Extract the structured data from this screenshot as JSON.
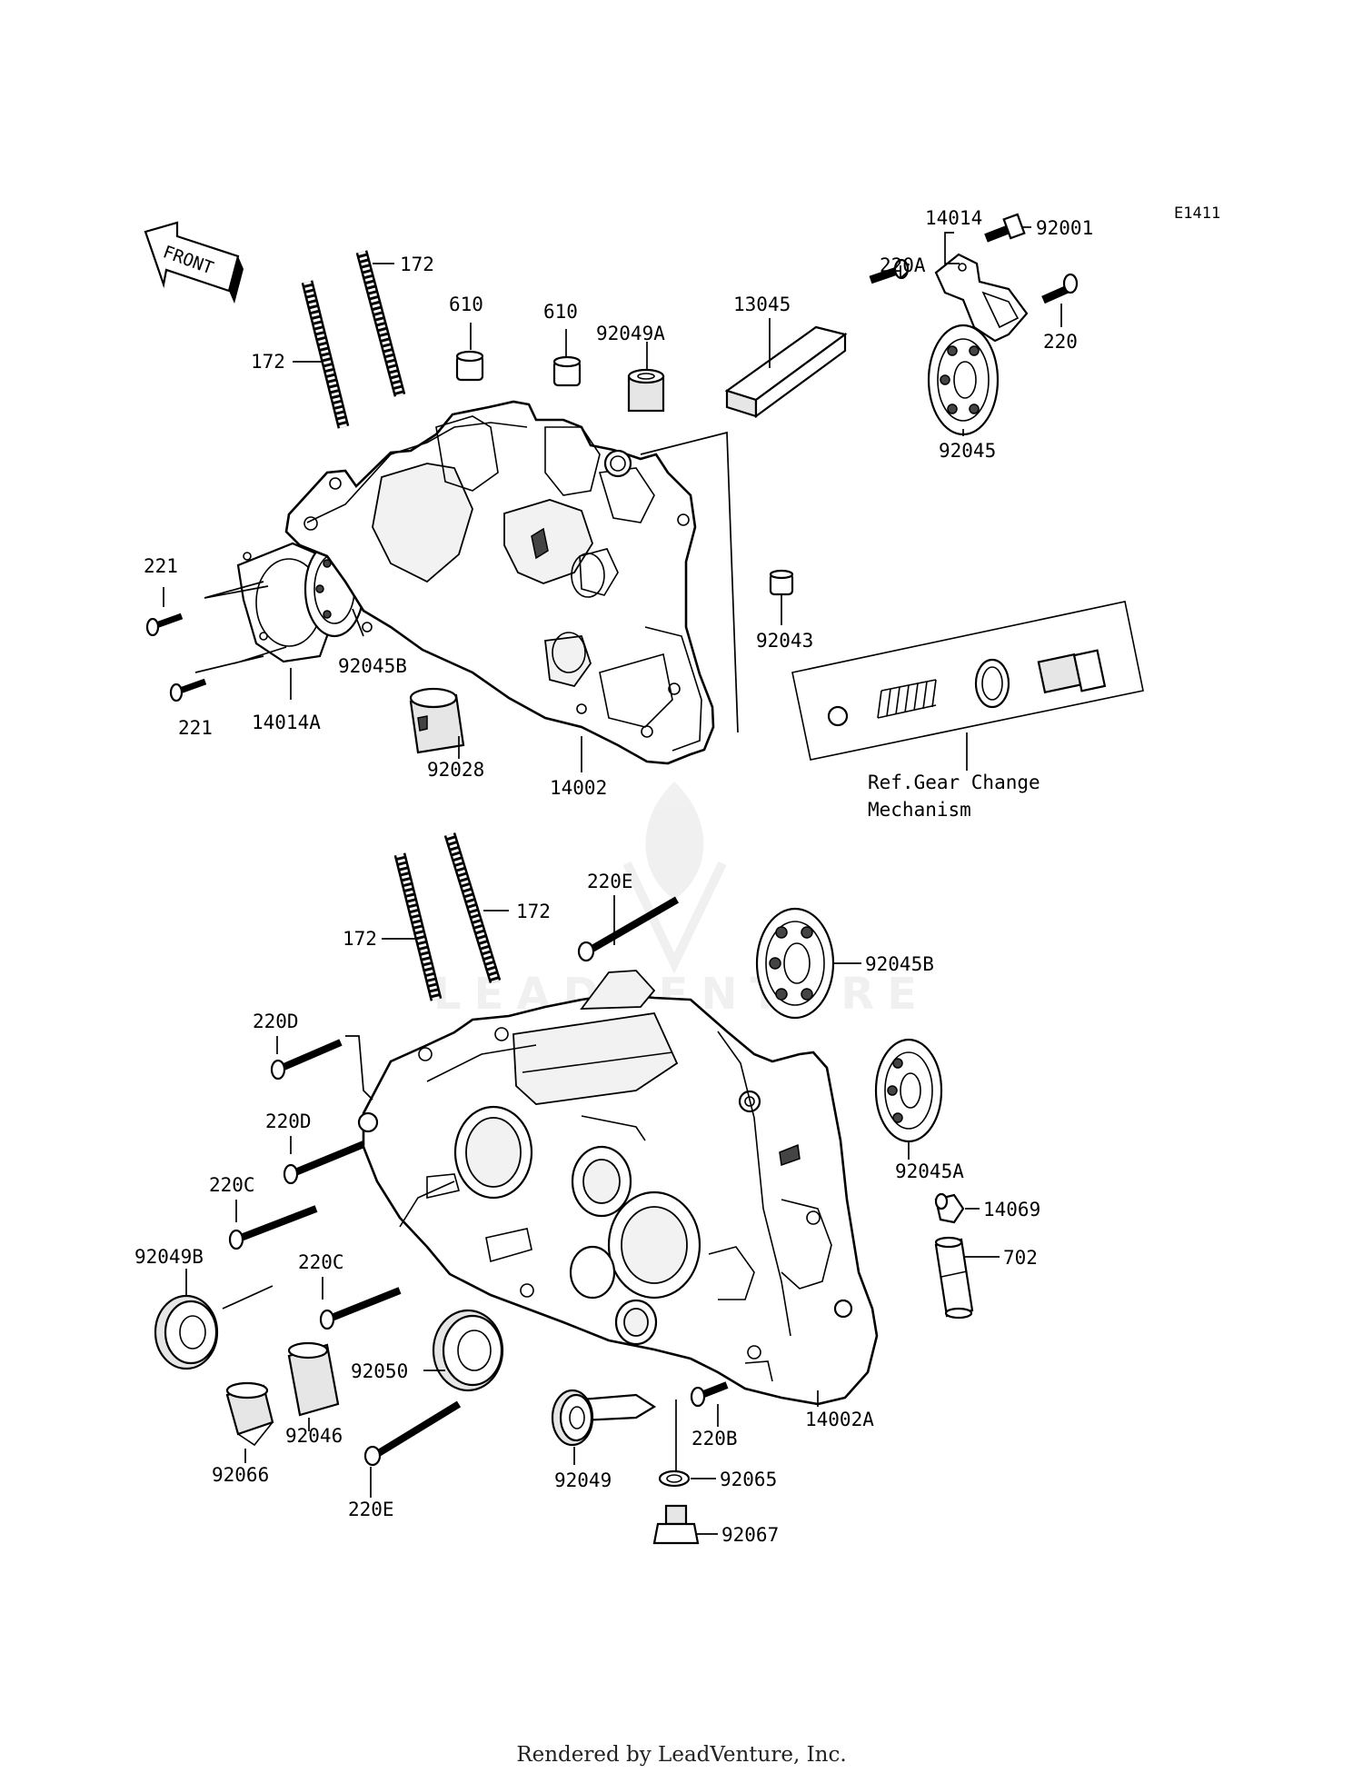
{
  "diagram_code": "E1411",
  "front_arrow_label": "FRONT",
  "watermark": "LEADVENTURE",
  "reference_note": {
    "line1": "Ref.Gear Change",
    "line2": "Mechanism"
  },
  "callouts": {
    "c_172_a": "172",
    "c_172_b": "172",
    "c_172_c": "172",
    "c_172_d": "172",
    "c_610_a": "610",
    "c_610_b": "610",
    "c_92049A": "92049A",
    "c_13045": "13045",
    "c_220A": "220A",
    "c_14014": "14014",
    "c_92001": "92001",
    "c_220": "220",
    "c_92045": "92045",
    "c_221_a": "221",
    "c_221_b": "221",
    "c_92045B_top": "92045B",
    "c_14014A": "14014A",
    "c_92028": "92028",
    "c_14002": "14002",
    "c_92043": "92043",
    "c_220E_top": "220E",
    "c_92045B_bot": "92045B",
    "c_220D_a": "220D",
    "c_220D_b": "220D",
    "c_220C_a": "220C",
    "c_220C_b": "220C",
    "c_92049B": "92049B",
    "c_92045A": "92045A",
    "c_14069": "14069",
    "c_702": "702",
    "c_92050": "92050",
    "c_92046": "92046",
    "c_92066": "92066",
    "c_220E_bot": "220E",
    "c_92049": "92049",
    "c_220B": "220B",
    "c_14002A": "14002A",
    "c_92065": "92065",
    "c_92067": "92067"
  },
  "footer": "Rendered by LeadVenture, Inc."
}
